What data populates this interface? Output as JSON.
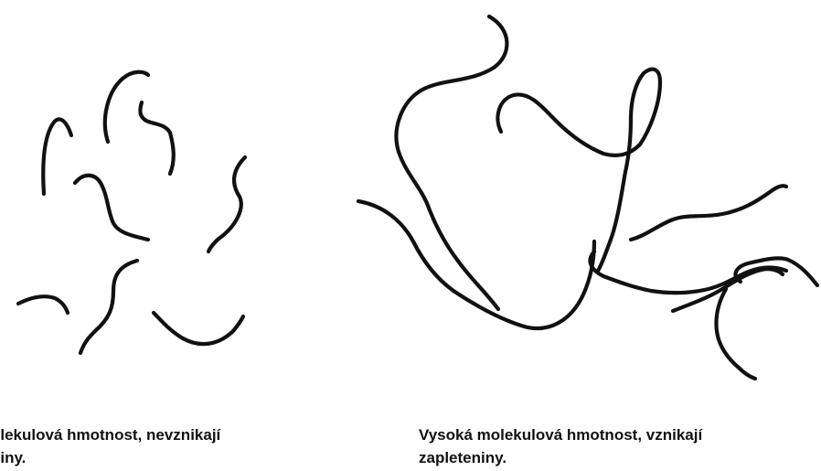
{
  "left_panel": {
    "caption_line1": "olekulová hmotnost, nevznikají",
    "caption_line2": "niny."
  },
  "right_panel": {
    "caption_line1": "Vysoká molekulová hmotnost, vznikají",
    "caption_line2": "zapleteniny."
  },
  "colors": {
    "stroke": "#111111",
    "background": "#ffffff"
  }
}
